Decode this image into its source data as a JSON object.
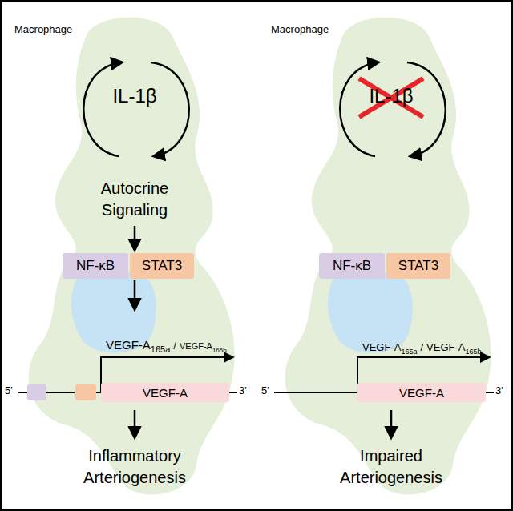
{
  "diagram": {
    "nodes": [
      {
        "text": [
          "NF-κB"
        ]
      },
      {
        "text": [
          "STAT3"
        ]
      },
      {
        "text": [
          "VEGF-A"
        ]
      },
      {
        "text": [
          "NF-κB"
        ]
      },
      {
        "text": [
          "STAT3"
        ]
      },
      {
        "text": [
          "VEGF-A"
        ]
      }
    ],
    "labels": [
      "Macrophage",
      "IL-1β",
      "Autocrine Signaling",
      "VEGF-A",
      "165a",
      "/",
      "VEGF-A",
      "165b",
      "5'",
      "3'",
      "Inflammatory Arteriogenesis",
      "Macrophage",
      "IL-1β",
      "VEGF-A",
      "165a",
      "/",
      "VEGF-A",
      "165b",
      "5'",
      "3'",
      "Impaired Arteriogenesis"
    ]
  }
}
